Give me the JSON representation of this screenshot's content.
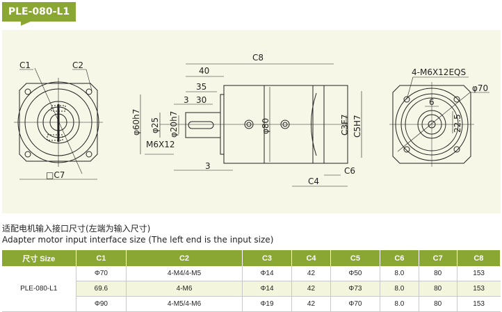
{
  "header": {
    "title": "PLE-080-L1"
  },
  "drawing": {
    "left_view": {
      "c1": "C1",
      "c2": "C2",
      "c7": "□C7"
    },
    "side_view": {
      "c8": "C8",
      "d40": "40",
      "d35": "35",
      "d3a": "3",
      "d30": "30",
      "phi60": "φ60h7",
      "phi25": "φ25",
      "phi20": "φ20h7",
      "m6": "M6X12",
      "d3b": "3",
      "phi80": "φ80",
      "c3": "C3F7",
      "c5": "C5H7",
      "c6": "C6",
      "c4": "C4"
    },
    "right_view": {
      "holes": "4-M6X12EQS",
      "phi70": "φ70",
      "d6": "6",
      "d225": "22.5"
    }
  },
  "caption": {
    "zh": "适配电机输入接口尺寸(左端为输入尺寸)",
    "en": "Adapter motor input interface size (The left end is the input size)"
  },
  "table": {
    "headers": [
      "尺寸 Size",
      "C1",
      "C2",
      "C3",
      "C4",
      "C5",
      "C6",
      "C7",
      "C8"
    ],
    "model": "PLE-080-L1",
    "rows": [
      [
        "Φ70",
        "4-M4/4-M5",
        "Φ14",
        "42",
        "Φ50",
        "8.0",
        "80",
        "153"
      ],
      [
        "69.6",
        "4-M6",
        "Φ14",
        "42",
        "Φ73",
        "8.0",
        "80",
        "153"
      ],
      [
        "Φ90",
        "4-M5/4-M6",
        "Φ19",
        "42",
        "Φ70",
        "8.0",
        "80",
        "153"
      ]
    ]
  },
  "colors": {
    "accent": "#8ba733",
    "panel": "#f6f7e6",
    "alt_row": "#f3f5dc"
  }
}
